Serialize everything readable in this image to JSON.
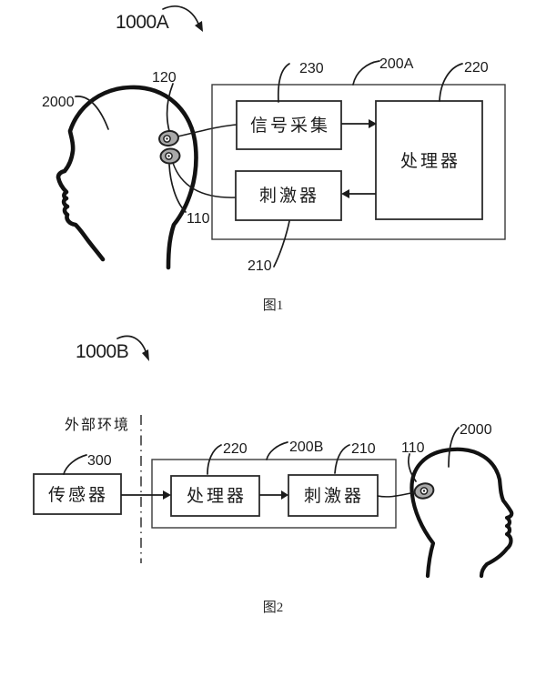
{
  "figure1": {
    "system_ref": "1000A",
    "head_ref": "2000",
    "upper_electrode_ref": "120",
    "lower_electrode_ref": "110",
    "device_ref": "200A",
    "signal_acquisition_label": "信号采集",
    "signal_acquisition_ref": "230",
    "processor_label": "处理器",
    "processor_ref": "220",
    "stimulator_label": "刺激器",
    "stimulator_ref": "210",
    "caption": "图1"
  },
  "figure2": {
    "system_ref": "1000B",
    "external_environment_label": "外部环境",
    "sensor_label": "传感器",
    "sensor_ref": "300",
    "device_ref": "200B",
    "processor_label": "处理器",
    "processor_ref": "220",
    "stimulator_label": "刺激器",
    "stimulator_ref": "210",
    "electrode_ref": "110",
    "head_ref": "2000",
    "caption": "图2"
  },
  "colors": {
    "ink": "#1b1b1b",
    "electrode_fill": "#a9a9a9",
    "background": "#ffffff"
  }
}
